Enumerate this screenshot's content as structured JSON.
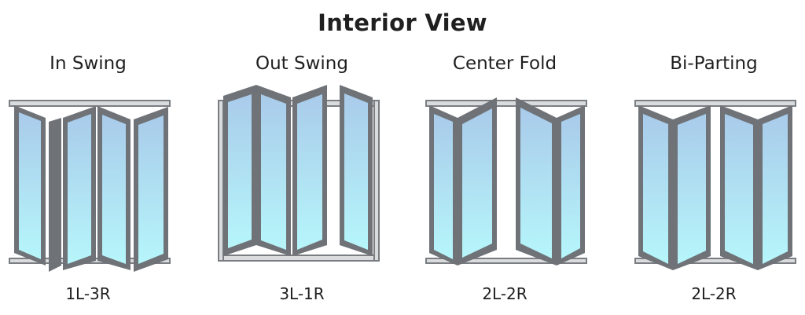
{
  "title": "Interior View",
  "panels": [
    {
      "label": "In Swing",
      "code": "1L-3R"
    },
    {
      "label": "Out Swing",
      "code": "3L-1R"
    },
    {
      "label": "Center Fold",
      "code": "2L-2R"
    },
    {
      "label": "Bi-Parting",
      "code": "2L-2R"
    }
  ],
  "colors": {
    "frame": "#6f7378",
    "frame_light": "#c4c7ca",
    "glass_top": "#a9cbea",
    "glass_bottom": "#b6f6fb"
  }
}
